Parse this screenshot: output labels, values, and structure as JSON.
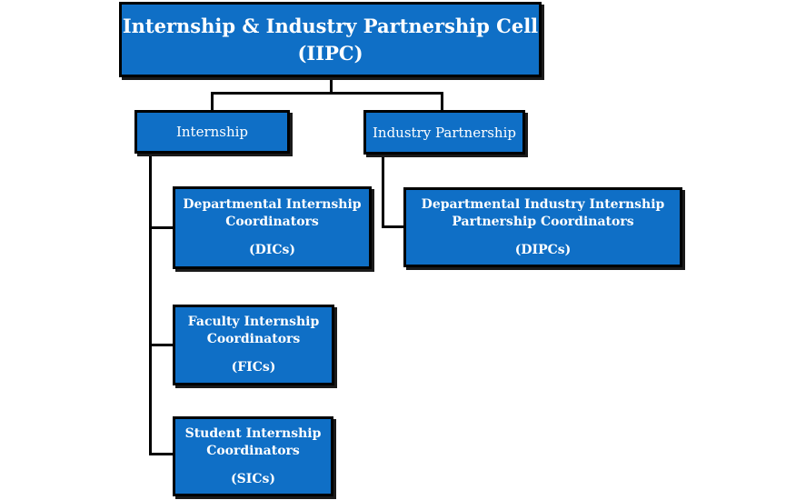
{
  "root": {
    "title": "Internship & Industry Partnership Cell",
    "abbr": "(IIPC)"
  },
  "branches": {
    "internship": "Internship",
    "industry_partnership": "Industry Partnership"
  },
  "internship_children": [
    {
      "line1": "Departmental Internship",
      "line2": "Coordinators",
      "abbr": "(DICs)"
    },
    {
      "line1": "Faculty Internship",
      "line2": "Coordinators",
      "abbr": "(FICs)"
    },
    {
      "line1": "Student Internship",
      "line2": "Coordinators",
      "abbr": "(SICs)"
    }
  ],
  "industry_children": [
    {
      "line1": "Departmental  Industry Internship",
      "line2": "Partnership Coordinators",
      "abbr": "(DIPCs)"
    }
  ],
  "colors": {
    "box_fill": "#0f6fc6",
    "border": "#000000",
    "text": "#ffffff"
  }
}
